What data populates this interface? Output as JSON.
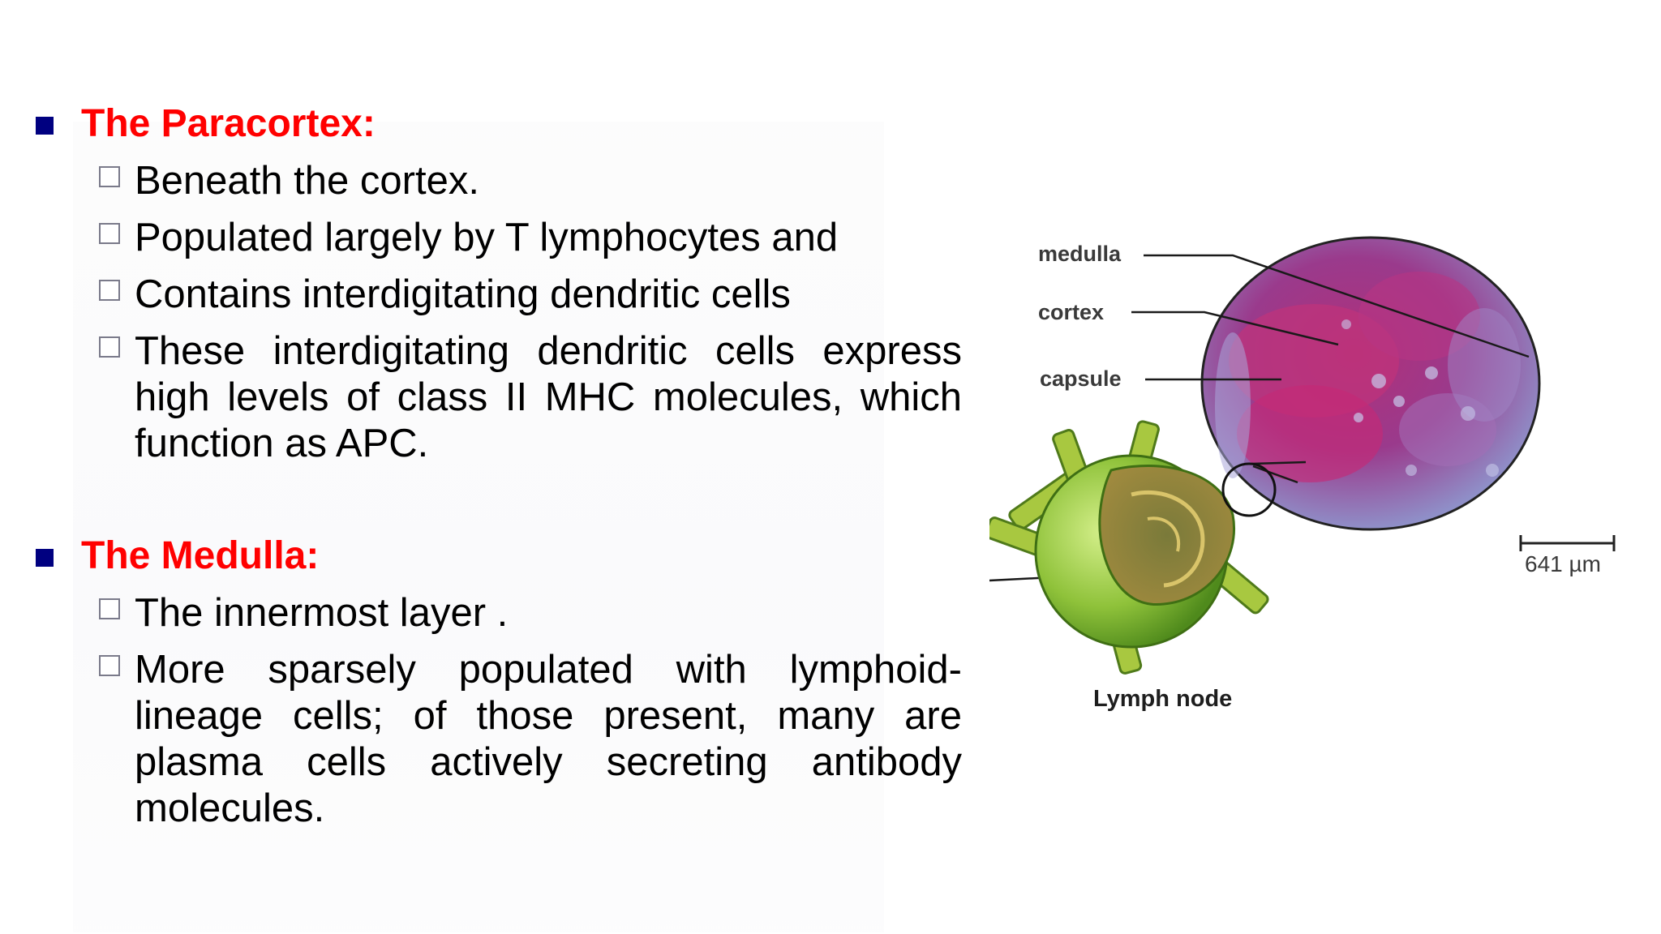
{
  "sections": [
    {
      "title": "The Paracortex:",
      "items": [
        "Beneath the cortex.",
        "Populated largely by T lymphocytes and",
        "Contains interdigitating dendritic cells",
        "These interdigitating dendritic cells express high levels of class II MHC molecules, which function as APC."
      ]
    },
    {
      "title": "The Medulla:",
      "items": [
        "The innermost layer .",
        "More sparsely populated with lymphoid-lineage cells; of those present, many are plasma cells actively secreting antibody molecules."
      ]
    }
  ],
  "figure": {
    "labels": {
      "medulla": "medulla",
      "cortex": "cortex",
      "capsule": "capsule"
    },
    "scale_bar": "641 µm",
    "caption": "Lymph node"
  },
  "colors": {
    "heading": "#ff0000",
    "bullet": "#000080",
    "text": "#000000"
  }
}
